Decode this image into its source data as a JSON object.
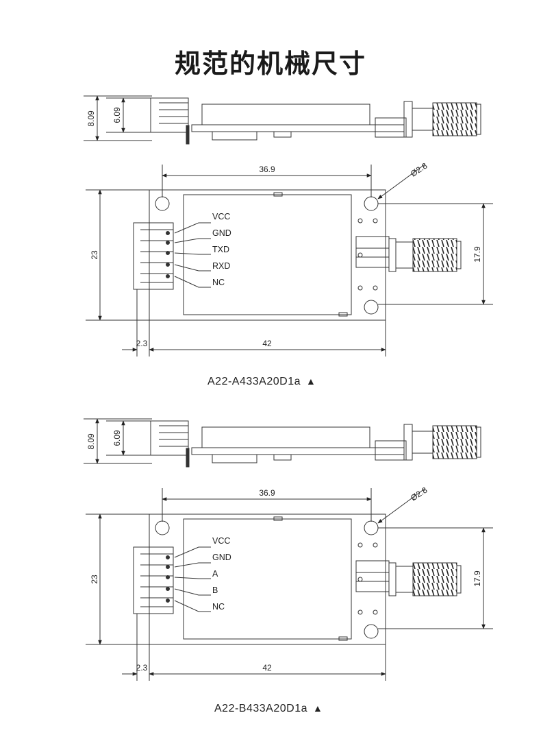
{
  "title": "规范的机械尺寸",
  "modules": [
    {
      "model": "A22-A433A20D1a",
      "marker": "▲",
      "pins": [
        "VCC",
        "GND",
        "TXD",
        "RXD",
        "NC"
      ],
      "dims": {
        "side_total": "8.09",
        "side_body": "6.09",
        "hole_spacing": "36.9",
        "hole_dia": "Ø2.8",
        "height": "23",
        "antenna_offset": "17.9",
        "pin_offset": "2.3",
        "length": "42"
      }
    },
    {
      "model": "A22-B433A20D1a",
      "marker": "▲",
      "pins": [
        "VCC",
        "GND",
        "A",
        "B",
        "NC"
      ],
      "dims": {
        "side_total": "8.09",
        "side_body": "6.09",
        "hole_spacing": "36.9",
        "hole_dia": "Ø2.8",
        "height": "23",
        "antenna_offset": "17.9",
        "pin_offset": "2.3",
        "length": "42"
      }
    }
  ]
}
